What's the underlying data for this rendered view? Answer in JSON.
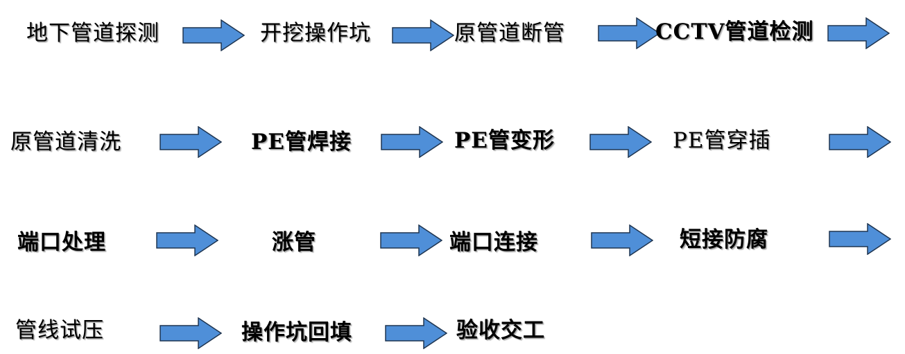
{
  "colors": {
    "arrow_fill": "#4f8fd8",
    "arrow_stroke": "#1f3550",
    "text": "#000000"
  },
  "rows": [
    {
      "steps": [
        "地下管道探测",
        "开挖操作坑",
        "原管道断管",
        "CCTV管道检测"
      ],
      "trailing_arrow": true
    },
    {
      "steps": [
        "原管道清洗",
        "PE管焊接",
        "PE管变形",
        "PE管穿插"
      ],
      "trailing_arrow": true
    },
    {
      "steps": [
        "端口处理",
        "涨管",
        "端口连接",
        "短接防腐"
      ],
      "trailing_arrow": true
    },
    {
      "steps": [
        "管线试压",
        "操作坑回填",
        "验收交工"
      ],
      "trailing_arrow": false
    }
  ]
}
